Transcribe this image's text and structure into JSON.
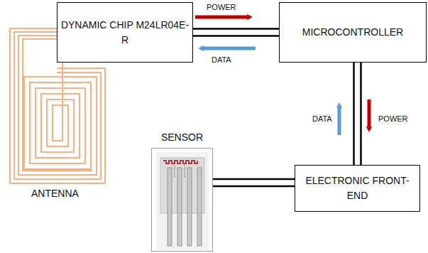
{
  "diagram": {
    "nodes": [
      {
        "text": [
          "DYNAMIC CHIP M24LR04E-R"
        ]
      },
      {
        "text": [
          "MICROCONTROLLER"
        ]
      },
      {
        "text": [
          "ELECTRONIC FRONT-END"
        ]
      },
      {
        "text": [
          "SENSOR"
        ]
      }
    ],
    "edges": [
      {
        "from": 0,
        "to": 1,
        "arrow": "none"
      },
      {
        "from": 1,
        "to": 2,
        "arrow": "none"
      },
      {
        "from": 3,
        "to": 2,
        "arrow": "none"
      }
    ],
    "labels": [
      "POWER",
      "DATA",
      "DATA",
      "POWER",
      "ANTENNA"
    ]
  }
}
